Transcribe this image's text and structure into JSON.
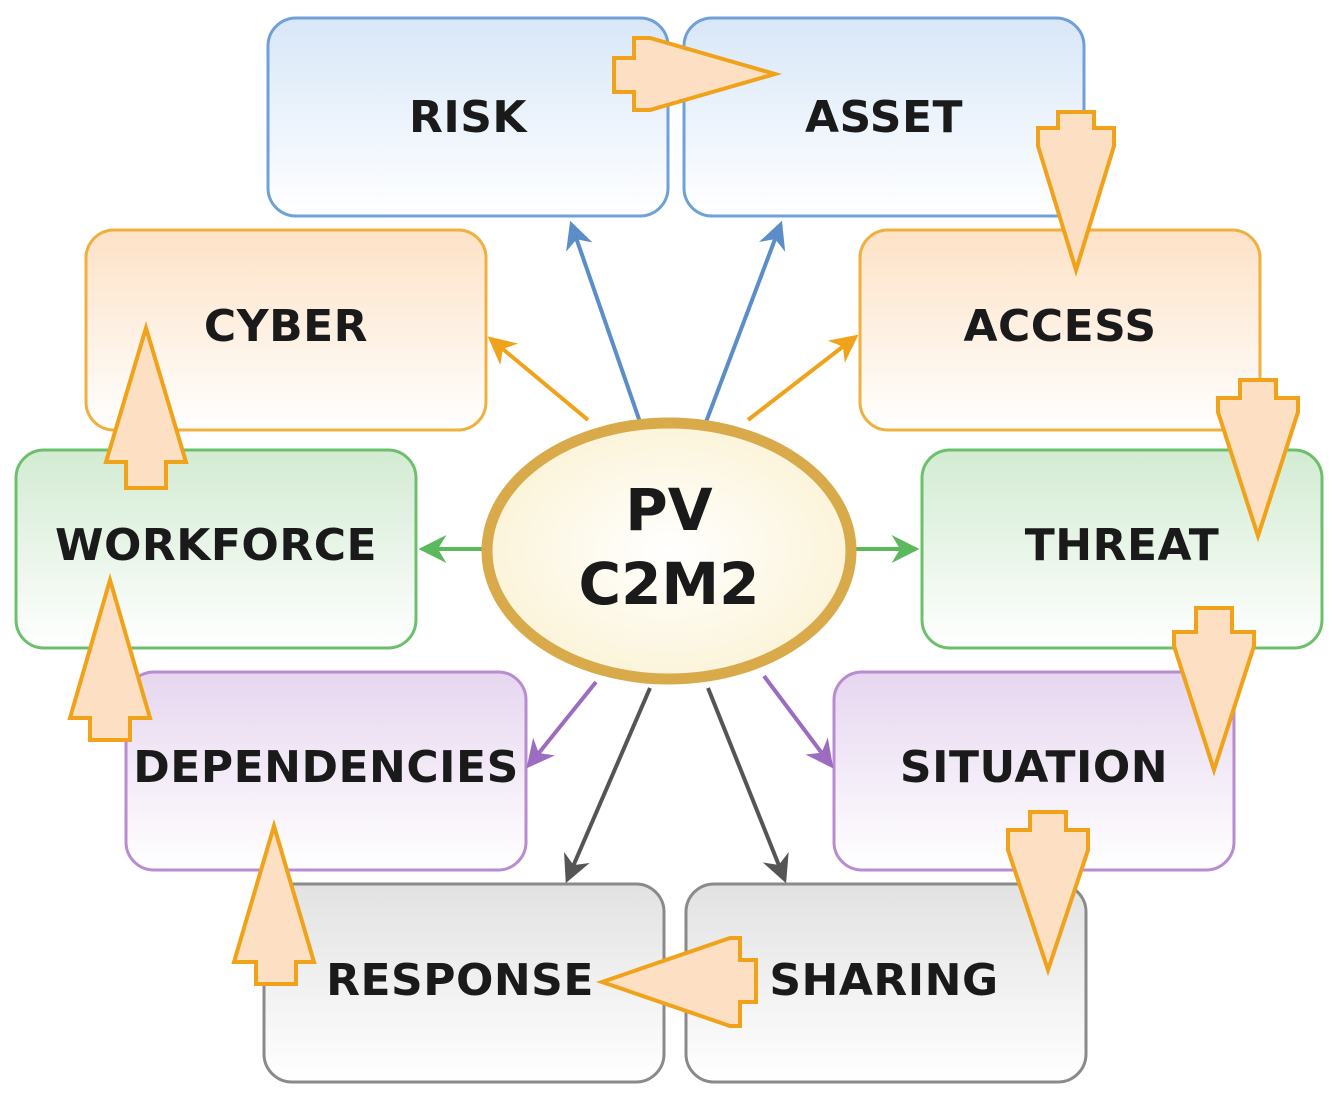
{
  "center": {
    "line1": "PV",
    "line2": "C2M2"
  },
  "domains": [
    {
      "id": "risk",
      "label": "RISK",
      "color": "#6fa0d8",
      "fill_top": "#dbe9f8"
    },
    {
      "id": "asset",
      "label": "ASSET",
      "color": "#6fa0d8",
      "fill_top": "#dbe9f8"
    },
    {
      "id": "access",
      "label": "ACCESS",
      "color": "#f0b040",
      "fill_top": "#fde3c8"
    },
    {
      "id": "threat",
      "label": "THREAT",
      "color": "#6cc06c",
      "fill_top": "#d4ecd4"
    },
    {
      "id": "situation",
      "label": "SITUATION",
      "color": "#b88cd0",
      "fill_top": "#e8d8f0"
    },
    {
      "id": "sharing",
      "label": "SHARING",
      "color": "#8a8a8a",
      "fill_top": "#e4e4e4"
    },
    {
      "id": "response",
      "label": "RESPONSE",
      "color": "#8a8a8a",
      "fill_top": "#e4e4e4"
    },
    {
      "id": "dependencies",
      "label": "DEPENDENCIES",
      "color": "#b88cd0",
      "fill_top": "#e8d8f0"
    },
    {
      "id": "workforce",
      "label": "WORKFORCE",
      "color": "#6cc06c",
      "fill_top": "#d4ecd4"
    },
    {
      "id": "cyber",
      "label": "CYBER",
      "color": "#f0b040",
      "fill_top": "#fde3c8"
    }
  ],
  "colors": {
    "center_ring": "#d9aa4a",
    "center_fill": "#fdf6dc",
    "arrow_blue": "#5b8ec9",
    "arrow_orange": "#f0a21a",
    "arrow_green": "#5cb85c",
    "arrow_purple": "#9b6cc0",
    "arrow_gray": "#555555",
    "flow_fill": "#fde0c4",
    "flow_stroke": "#f0a21a"
  }
}
